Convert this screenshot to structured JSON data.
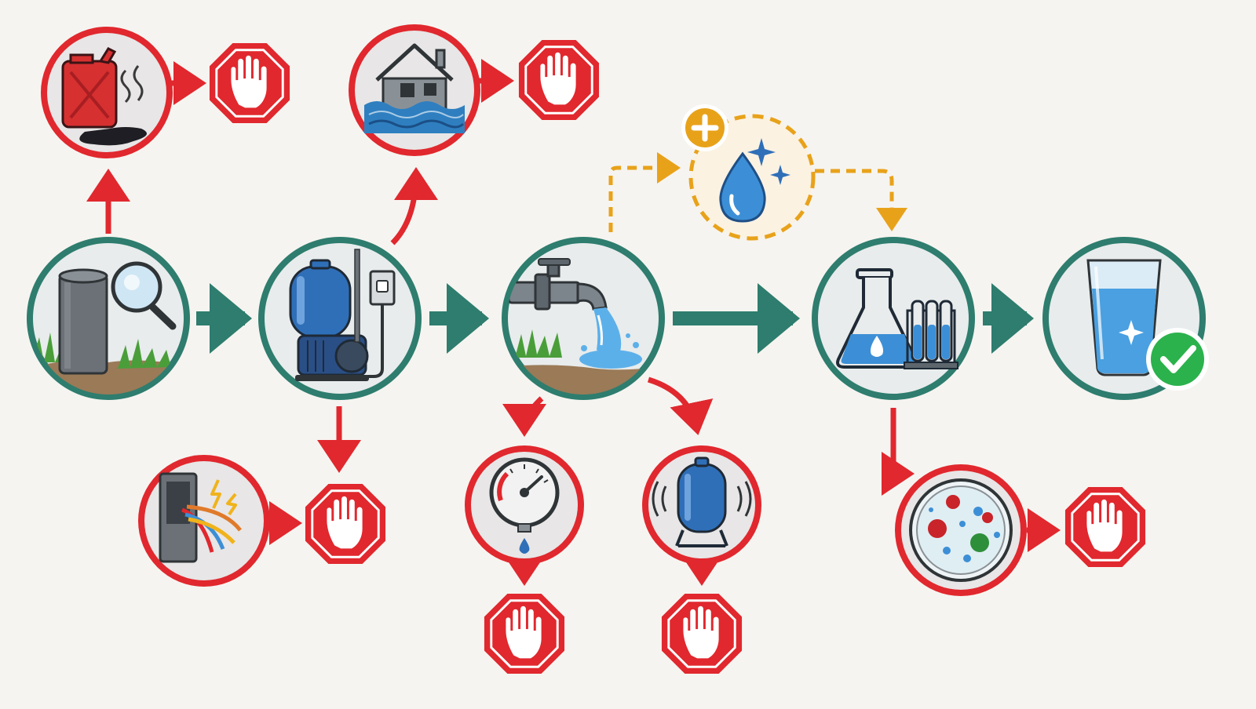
{
  "diagram": {
    "colors": {
      "background": "#f6f4f0",
      "main_flow": "#2e7d6e",
      "hazard": "#e0282e",
      "optional": "#e8a21a",
      "water": "#3c8fd6",
      "pump_blue": "#2f6fb8",
      "check": "#2bb24c"
    },
    "main_steps": [
      {
        "id": "inspect-well",
        "icon": "well-inspection-icon"
      },
      {
        "id": "pump-system",
        "icon": "pressure-pump-icon"
      },
      {
        "id": "flush-water",
        "icon": "faucet-flow-icon"
      },
      {
        "id": "lab-test",
        "icon": "lab-flask-icon"
      },
      {
        "id": "safe-to-drink",
        "icon": "drinking-glass-icon"
      }
    ],
    "optional_step": {
      "id": "disinfect",
      "icon": "water-drop-sparkle-icon"
    },
    "hazards": [
      {
        "id": "fuel-contamination",
        "icon": "fuel-can-spill-icon",
        "from": "inspect-well"
      },
      {
        "id": "flooded-well",
        "icon": "flooded-house-icon",
        "from": "pump-system"
      },
      {
        "id": "damaged-wiring",
        "icon": "electrical-hazard-icon",
        "from": "pump-system"
      },
      {
        "id": "low-pressure",
        "icon": "pressure-gauge-icon",
        "from": "flush-water"
      },
      {
        "id": "tank-noise",
        "icon": "vibrating-tank-icon",
        "from": "flush-water"
      },
      {
        "id": "bacteria-detected",
        "icon": "bacteria-dish-icon",
        "from": "lab-test"
      }
    ],
    "stop_icon": "stop-hand-icon",
    "check_icon": "checkmark-icon",
    "plus_icon": "plus-icon"
  }
}
